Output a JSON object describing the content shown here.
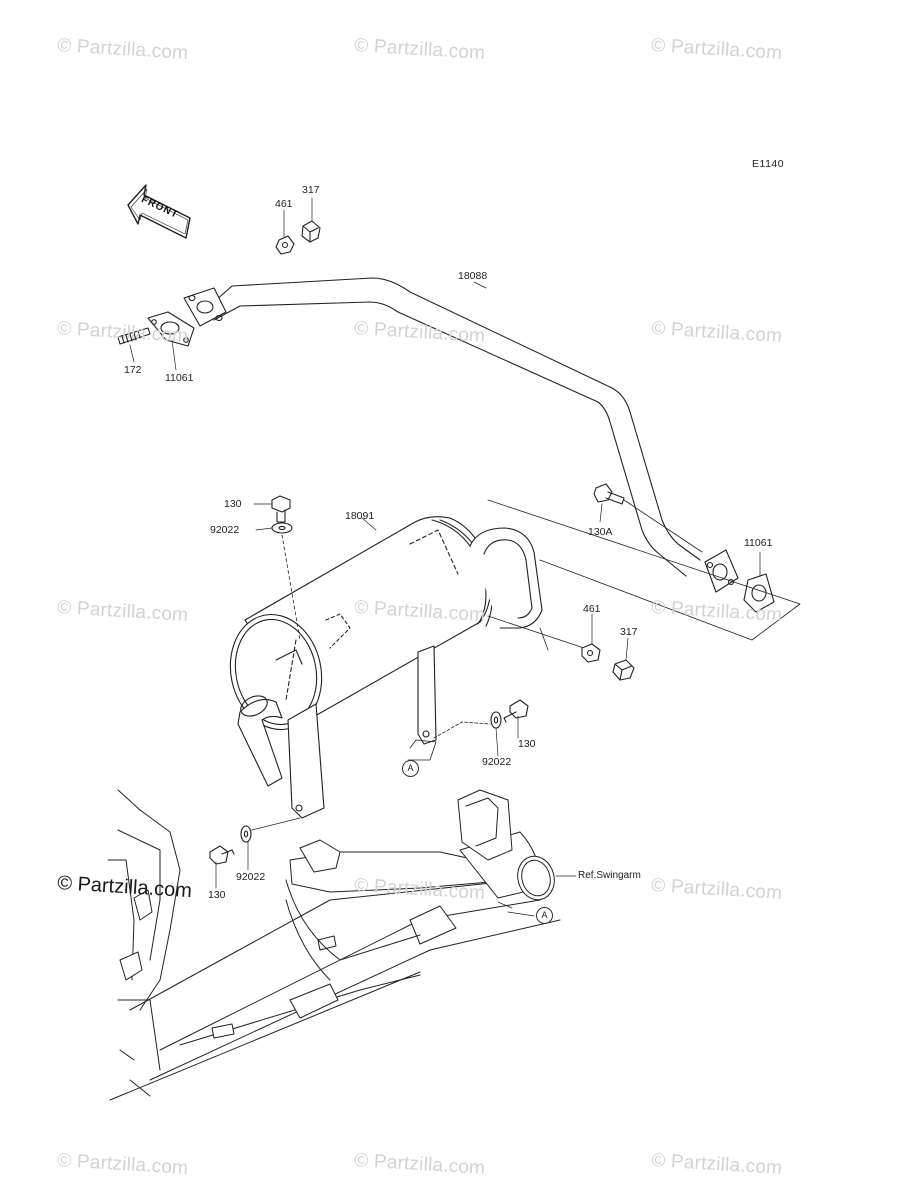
{
  "diagram_code": "E1140",
  "front_label": "FRONT",
  "reference_label": "Ref.Swingarm",
  "callout_a": "A",
  "watermark_text": "© Partzilla.com",
  "watermark_main": "© Partzilla.com",
  "parts": {
    "p317_top": "317",
    "p461_top": "461",
    "p18088": "18088",
    "p172": "172",
    "p11061_left": "11061",
    "p130_top": "130",
    "p92022_top": "92022",
    "p18091": "18091",
    "p130A": "130A",
    "p11061_right": "11061",
    "p461_right": "461",
    "p317_right": "317",
    "p130_mid": "130",
    "p92022_mid": "92022",
    "p92022_low": "92022",
    "p130_low": "130"
  },
  "colors": {
    "line": "#222222",
    "watermark": "#d2d2d2",
    "background": "#ffffff"
  }
}
